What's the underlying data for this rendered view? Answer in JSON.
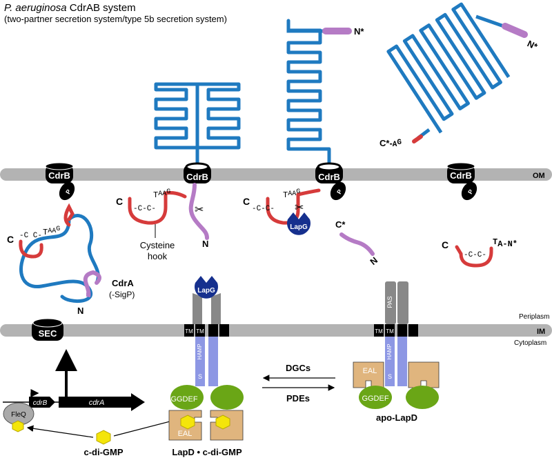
{
  "header": {
    "title_italic": "P. aeruginosa",
    "title_rest": " CdrAB system",
    "subtitle": "(two-partner secretion system/type 5b secretion system)"
  },
  "membranes": {
    "om": "OM",
    "periplasm": "Periplasm",
    "im": "IM",
    "cytoplasm": "Cytoplasm"
  },
  "proteins": {
    "cdrb": "CdrB",
    "p": "P",
    "sec": "SEC",
    "lapg": "LapG",
    "tm": "TM",
    "hamp": "HAMP",
    "s": "S",
    "pas": "PAS",
    "ggdef": "GGDEF",
    "eal": "EAL",
    "fleq": "FleQ",
    "cdra": "CdrA",
    "cdra_sub": "(-SigP)"
  },
  "termini": {
    "c": "C",
    "n": "N",
    "n_star": "N*",
    "c_star": "C*",
    "c_star_ag": "C*-",
    "ag_a": "A",
    "ag_g": "G",
    "taag_t": "T",
    "taag_aa": "AA",
    "taag_g": "G",
    "cc": "-C C-",
    "cc2": "-C-C-",
    "ta_n_t": "T",
    "ta_n_rest": "A-N*"
  },
  "annotations": {
    "cysteine_hook_1": "Cysteine",
    "cysteine_hook_2": "hook",
    "dgcs": "DGCs",
    "pdes": "PDEs",
    "apo_lapd": "apo-LapD",
    "lapd_cdg": "LapD • c-di-GMP",
    "cdgmp": "c-di-GMP",
    "gene_cdrb": "cdrB",
    "gene_cdra": "cdrA"
  },
  "colors": {
    "membrane": "#b3b3b3",
    "blue_chain": "#1f7ac0",
    "red_chain": "#d63b3b",
    "purple_chain": "#b57bc5",
    "lapg": "#16308e",
    "hamp": "#8d97e4",
    "ggdef": "#6aa616",
    "eal": "#e0b57e",
    "cdgmp": "#f4e50a"
  }
}
